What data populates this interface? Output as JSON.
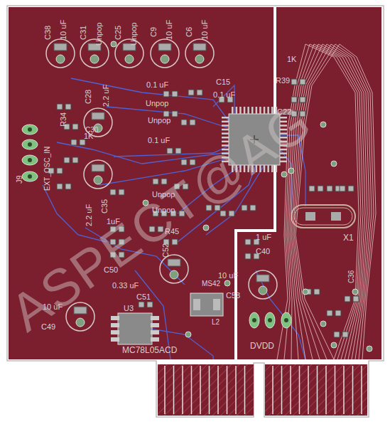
{
  "diagram": {
    "labels": [
      "C38",
      "10 uF",
      "C31",
      "Unpop",
      "C25",
      "Unpop",
      "C9",
      "10 uF",
      "C6",
      "10 uF",
      "0.1 uF",
      "C15",
      "0.1 uF",
      "C28",
      "2.2 uF",
      "Unpop",
      "R34",
      "1K",
      "J9",
      "EXT_OSC_IN",
      "C30",
      "2.2 uF",
      "C35",
      "Unpop",
      "Unpop",
      "R45",
      "1uF",
      "C50",
      "0.33 uF",
      "C51",
      "U3",
      "MC78L05ACD",
      "10 uF",
      "C49",
      "C52",
      "L2",
      "MS42",
      "10 uF",
      "C53",
      "DVDD",
      "1 uF",
      "C40",
      "1K",
      "R39",
      "C22",
      "X1",
      "C36",
      "0.1 uF",
      "Unpop",
      "ASPECT@AG"
    ]
  }
}
